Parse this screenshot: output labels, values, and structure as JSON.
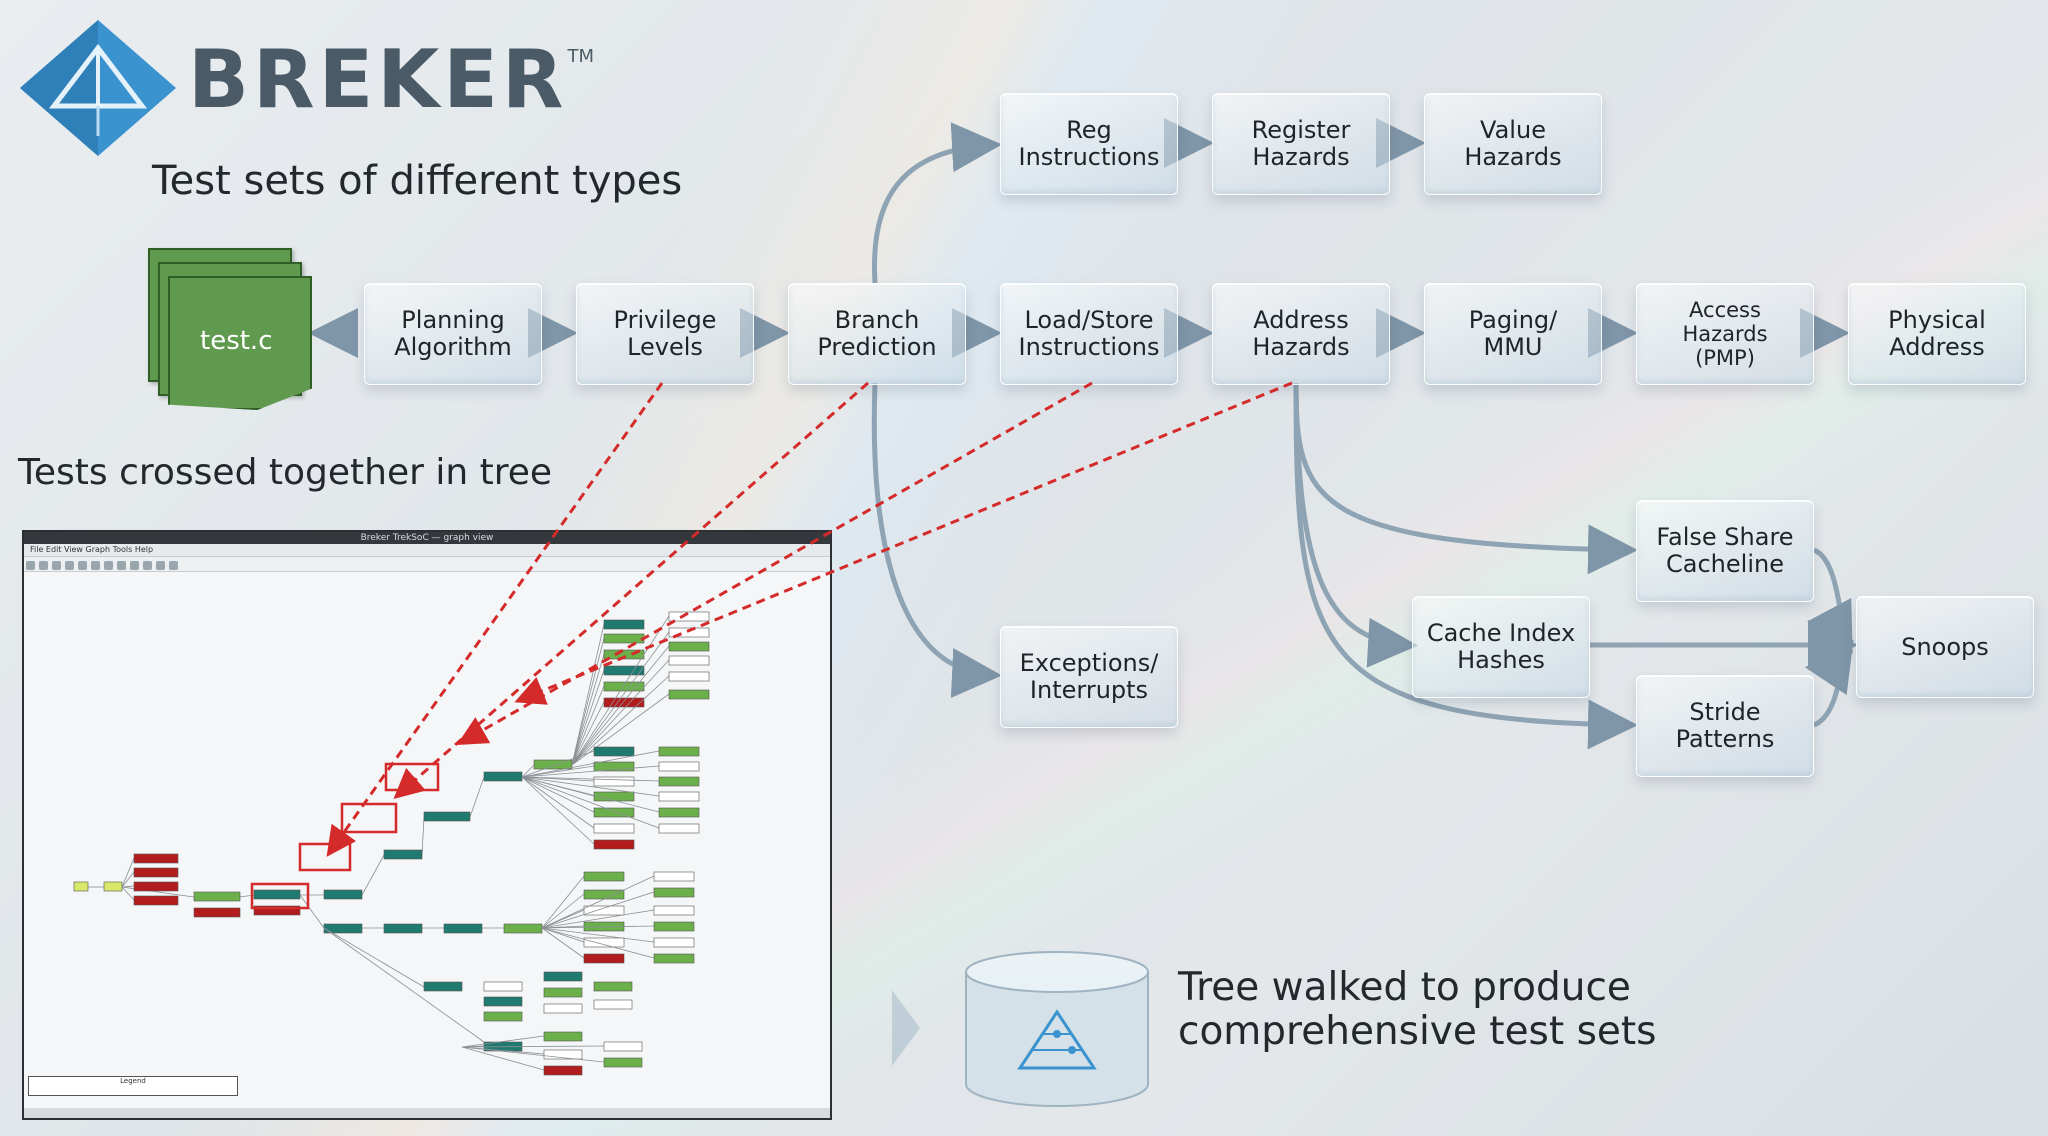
{
  "brand": {
    "name": "BREKER",
    "trademark": "TM"
  },
  "headings": {
    "test_sets": "Test sets of different types",
    "crossed": "Tests crossed together in tree",
    "caption": "Tree walked to produce comprehensive test sets"
  },
  "file": {
    "label": "test.c"
  },
  "nodes": {
    "planning": "Planning\nAlgorithm",
    "privilege": "Privilege\nLevels",
    "branch": "Branch\nPrediction",
    "loadstore": "Load/Store\nInstructions",
    "address_hazards": "Address\nHazards",
    "paging": "Paging/\nMMU",
    "access_hazards": "Access\nHazards\n(PMP)",
    "physical": "Physical\nAddress",
    "reg": "Reg\nInstructions",
    "register_hazards": "Register\nHazards",
    "value_hazards": "Value\nHazards",
    "exceptions": "Exceptions/\nInterrupts",
    "false_share": "False Share\nCacheline",
    "cache_index": "Cache Index\nHashes",
    "stride": "Stride\nPatterns",
    "snoops": "Snoops"
  },
  "tool_window": {
    "title": "Breker TrekSoC — graph view",
    "menu": "File  Edit  View  Graph  Tools  Help",
    "status": "Legend"
  },
  "colors": {
    "accent_blue": "#3a93cf",
    "file_green": "#5f9a4e",
    "arrow_red": "#d42a2a",
    "wire": "#8ea3b3"
  }
}
